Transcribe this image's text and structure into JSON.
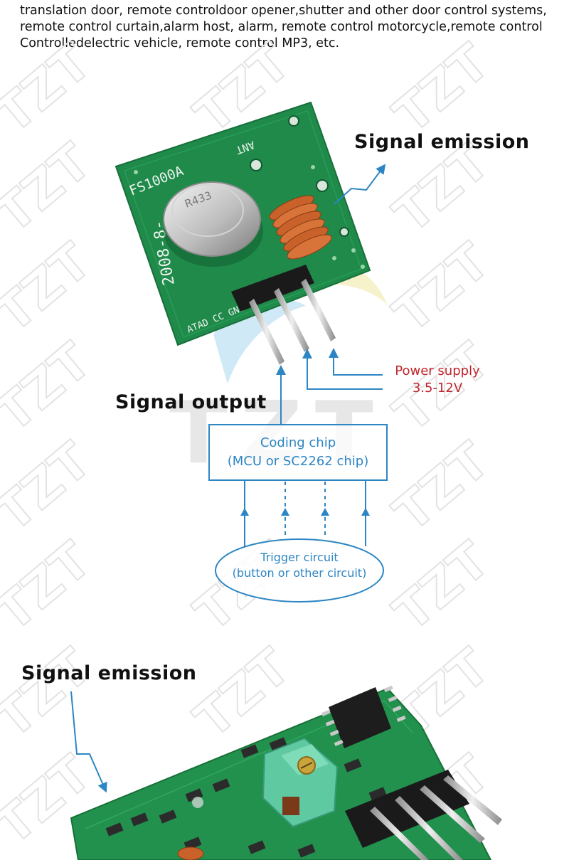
{
  "intro": {
    "lines": [
      "translation door, remote controldoor opener,shutter and other door control systems,",
      "remote control curtain,alarm host, alarm, remote control motorcycle,remote control",
      "Controlledelectric vehicle, remote control MP3, etc."
    ]
  },
  "watermark": {
    "brand": "TZT"
  },
  "transmitter": {
    "board_text_model": "FS1000A",
    "board_text_date": "2008-8-",
    "board_text_ant": "ANT",
    "board_text_pins": "ATAD  CC  GND",
    "crystal_text": "R433"
  },
  "labels": {
    "signal_emission_top": "Signal emission",
    "signal_output": "Signal output",
    "power_supply_line1": "Power supply",
    "power_supply_line2": "3.5-12V",
    "coding_chip_line1": "Coding chip",
    "coding_chip_line2": "(MCU or SC2262 chip)",
    "trigger_line1": "Trigger circuit",
    "trigger_line2": "(button or other circuit)",
    "signal_emission_bottom": "Signal emission"
  },
  "colors": {
    "board_green": "#1f8a4a",
    "coil_copper": "#c8612a",
    "diagram_blue": "#2d86c4",
    "power_red": "#c0262c",
    "receiver_green": "#23914e",
    "trimmer_teal": "#5fc9a2"
  }
}
